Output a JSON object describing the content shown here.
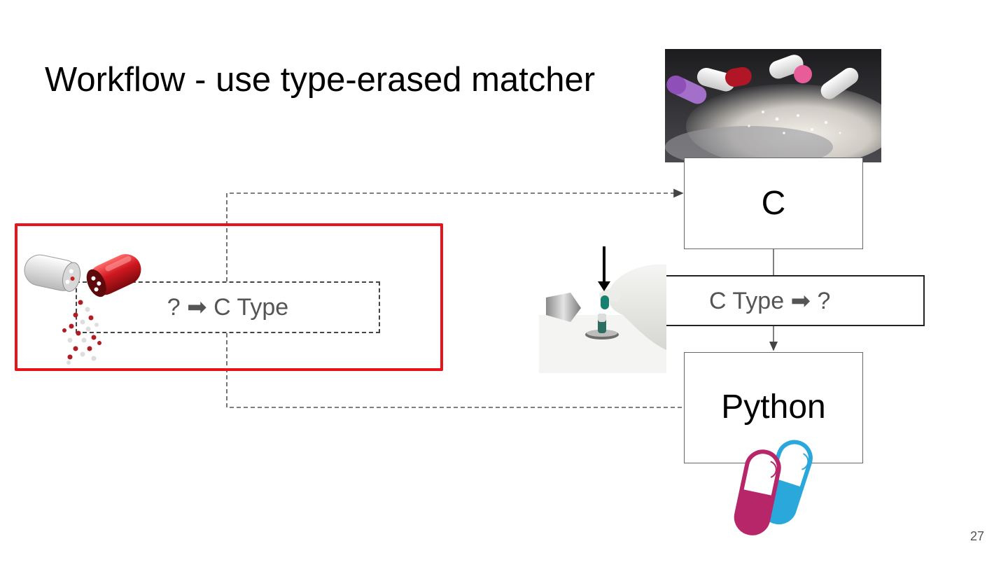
{
  "slide": {
    "title": "Workflow - use type-erased matcher",
    "page_number": "27"
  },
  "diagram": {
    "box_c_label": "C",
    "box_ctype_label": "C Type ➡ ?",
    "box_python_label": "Python",
    "box_q_label": "? ➡ C Type"
  },
  "colors": {
    "highlight": "#e8141b",
    "pill_red": "#c0141c",
    "pill_magenta": "#b8266a",
    "pill_cyan": "#2aa8dc"
  }
}
